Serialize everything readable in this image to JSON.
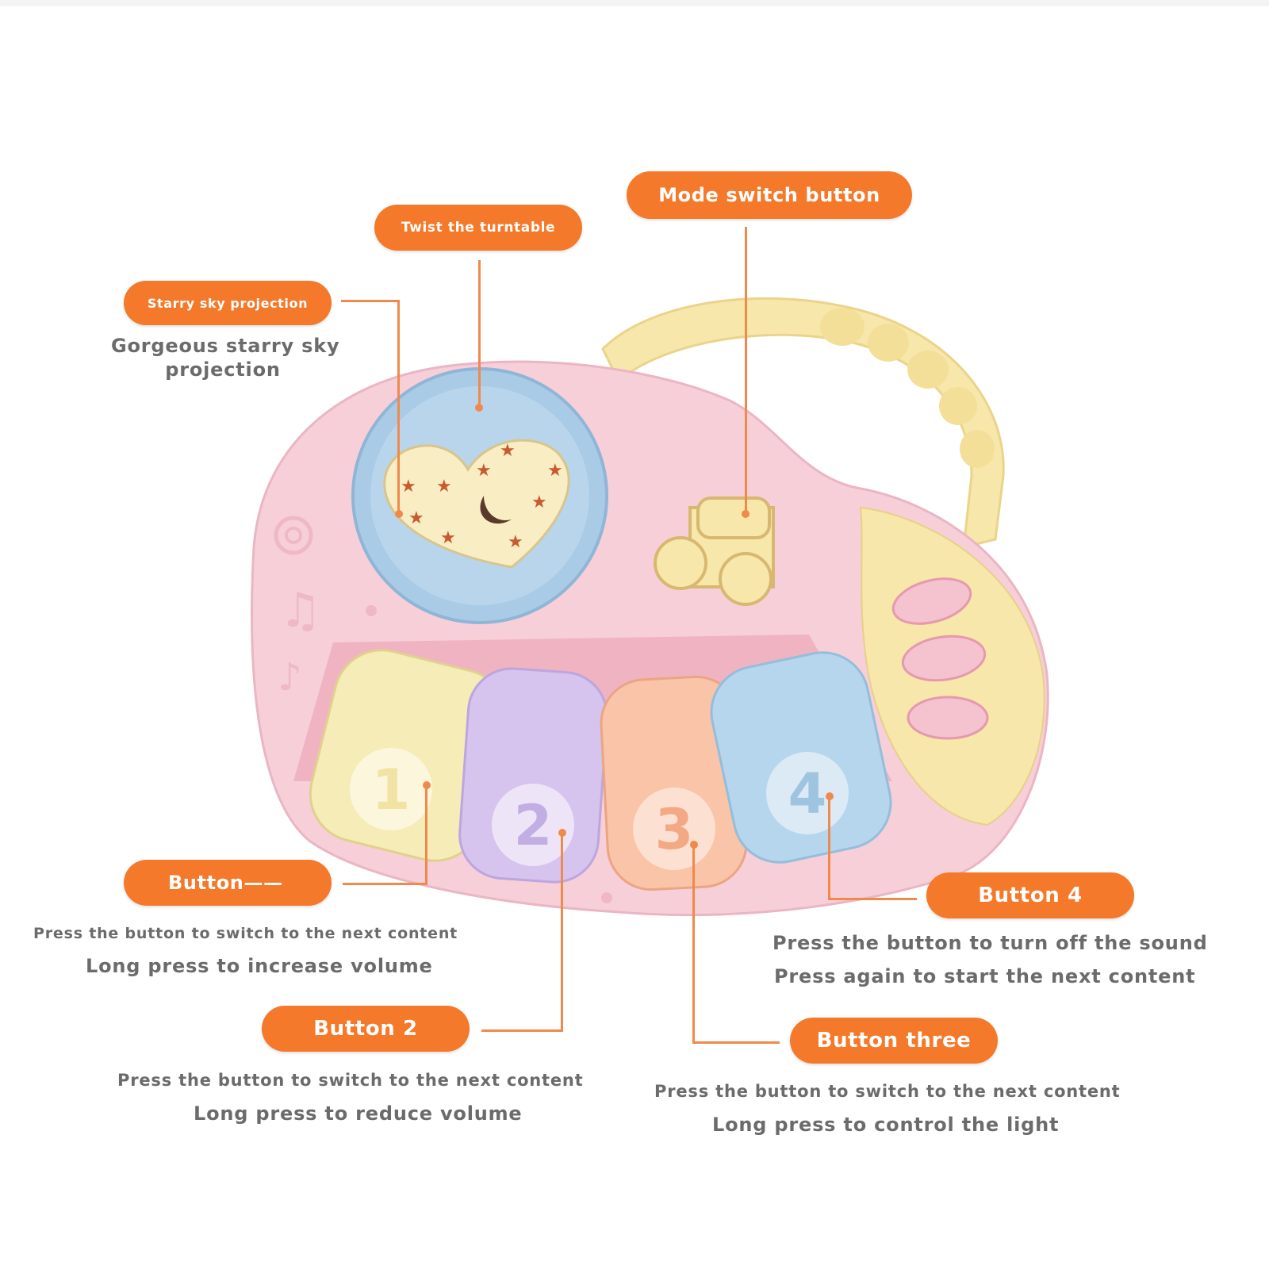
{
  "colors": {
    "callout": "#f4792a",
    "leader": "#f08a4b",
    "body_pink": "#f7cfd8",
    "handle_yellow": "#f7e7aa",
    "projector_blue": "#a9cbe6",
    "key_yellow": "#f6ecb8",
    "key_purple": "#d6c3ee",
    "key_peach": "#f9c4a8",
    "key_blue": "#b5d6ec"
  },
  "callouts": {
    "starry": {
      "label": "Starry sky projection",
      "desc": [
        "Gorgeous starry sky",
        "projection"
      ]
    },
    "turntable": {
      "label": "Twist the turntable"
    },
    "mode": {
      "label": "Mode switch button"
    },
    "button1": {
      "label": "Button——",
      "desc": [
        "Press the button to switch to the next content",
        "Long press to increase volume"
      ]
    },
    "button2": {
      "label": "Button 2",
      "desc": [
        "Press the button to switch to the next content",
        "Long press to reduce volume"
      ]
    },
    "button3": {
      "label": "Button three",
      "desc": [
        "Press the button to switch to the next content",
        "Long press to control the light"
      ]
    },
    "button4": {
      "label": "Button 4",
      "desc": [
        "Press the button to turn off the sound",
        "Press again to start the next content"
      ]
    }
  },
  "toy": {
    "keys": [
      {
        "number": "1",
        "icon": "bird-icon"
      },
      {
        "number": "2",
        "icon": "rocket-icon"
      },
      {
        "number": "3",
        "icon": "lightbulb-icon"
      },
      {
        "number": "4",
        "icon": "speaker-icon"
      }
    ],
    "mode_button_icon": "music-note-icon",
    "projector_icon": "heart-with-stars-icon"
  }
}
